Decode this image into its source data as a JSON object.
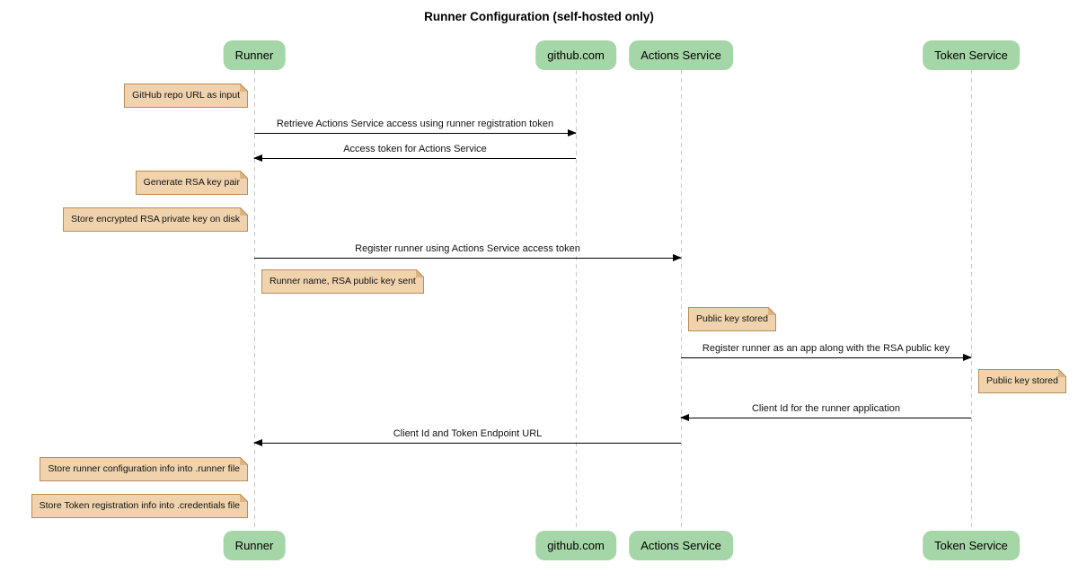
{
  "title": "Runner Configuration (self-hosted only)",
  "theme": {
    "background": "#ffffff",
    "participant_fill": "#a5d6a7",
    "note_fill": "#f0d3ac",
    "note_border": "#b88d57",
    "note_fold": "#dcb582",
    "line_color": "#000000",
    "lifeline_color": "#c9c9c9",
    "text_color": "#111111"
  },
  "participants": [
    {
      "id": "runner",
      "label": "Runner"
    },
    {
      "id": "github",
      "label": "github.com"
    },
    {
      "id": "actions",
      "label": "Actions Service"
    },
    {
      "id": "token",
      "label": "Token Service"
    }
  ],
  "messages": [
    {
      "from": "runner",
      "to": "github",
      "style": "solid",
      "text": "Retrieve Actions Service access using runner registration token"
    },
    {
      "from": "github",
      "to": "runner",
      "style": "solid",
      "text": "Access token for Actions Service"
    },
    {
      "from": "runner",
      "to": "actions",
      "style": "solid",
      "text": "Register runner using Actions Service access token"
    },
    {
      "from": "actions",
      "to": "token",
      "style": "solid",
      "text": "Register runner as an app along with the RSA public key"
    },
    {
      "from": "token",
      "to": "actions",
      "style": "solid",
      "text": "Client Id for the runner application"
    },
    {
      "from": "actions",
      "to": "runner",
      "style": "solid",
      "text": "Client Id and Token Endpoint URL"
    }
  ],
  "notes": [
    {
      "position": "left-of",
      "participant": "runner",
      "text": "GitHub repo URL as input"
    },
    {
      "position": "left-of",
      "participant": "runner",
      "text": "Generate RSA key pair"
    },
    {
      "position": "left-of",
      "participant": "runner",
      "text": "Store encrypted RSA private key on disk"
    },
    {
      "position": "right-of",
      "participant": "runner",
      "text": "Runner name, RSA public key sent"
    },
    {
      "position": "right-of",
      "participant": "actions",
      "text": "Public key stored"
    },
    {
      "position": "right-of",
      "participant": "token",
      "text": "Public key stored"
    },
    {
      "position": "left-of",
      "participant": "runner",
      "text": "Store runner configuration info into .runner file"
    },
    {
      "position": "left-of",
      "participant": "runner",
      "text": "Store Token registration info into .credentials file"
    }
  ]
}
